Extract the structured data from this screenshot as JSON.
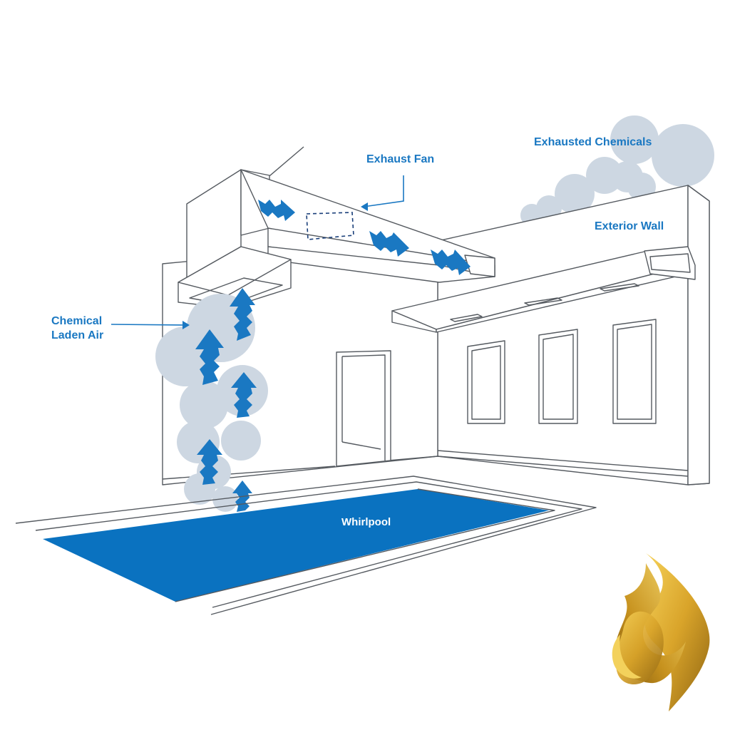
{
  "labels": {
    "exhaust_fan": "Exhaust Fan",
    "exhausted_chemicals": "Exhausted Chemicals",
    "exterior_wall": "Exterior Wall",
    "chemical_laden_air_line1": "Chemical",
    "chemical_laden_air_line2": "Laden Air",
    "whirlpool": "Whirlpool"
  },
  "colors": {
    "accent_blue": "#1a78c2",
    "pool_blue": "#0a72c0",
    "cloud_gray": "#cdd7e2",
    "logo_gold": "#d9a42a"
  },
  "icons": {
    "logo": "gold-s-logo-icon"
  }
}
